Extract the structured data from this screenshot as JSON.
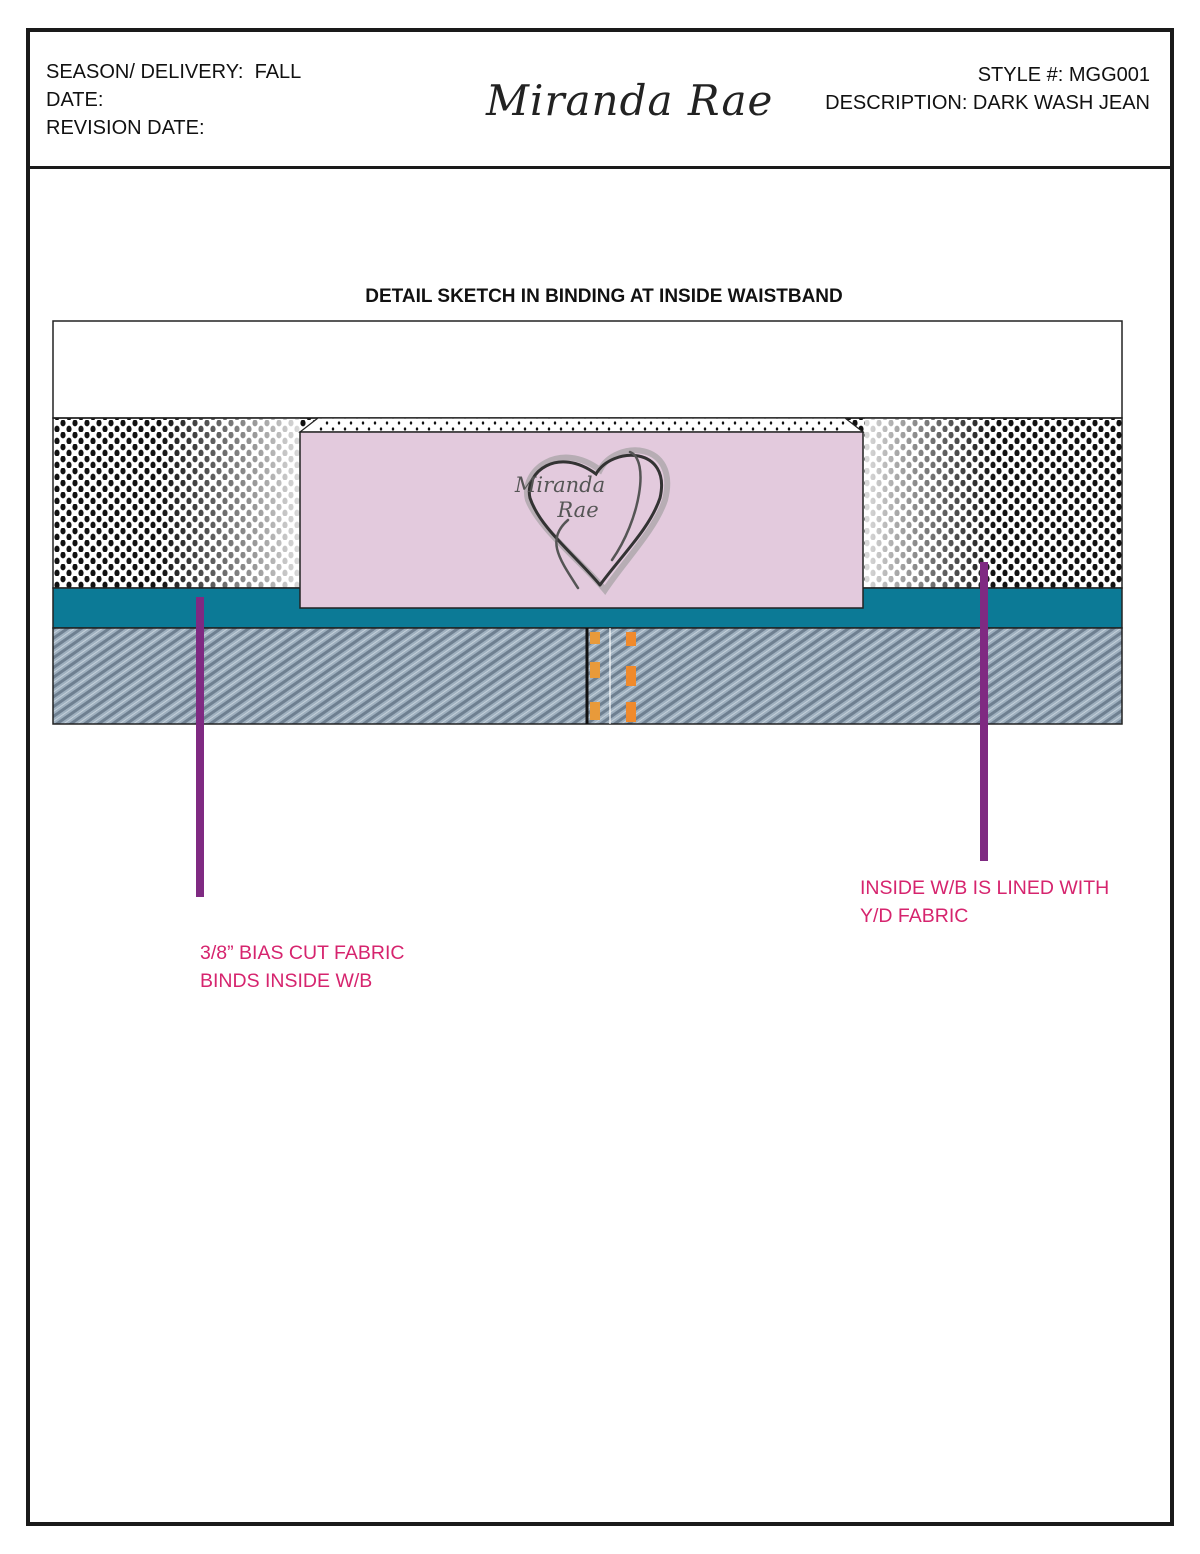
{
  "header": {
    "season_line": "SEASON/ DELIVERY:  FALL",
    "date_line": "DATE:",
    "revision_line": "REVISION DATE:",
    "brand": "Miranda Rae",
    "style_line": "STYLE #: MGG001",
    "description_line": "DESCRIPTION: DARK WASH JEAN"
  },
  "sketch": {
    "title": "DETAIL SKETCH IN BINDING AT INSIDE WAISTBAND",
    "label_brand_line1": "Miranda",
    "label_brand_line2": "Rae"
  },
  "callouts": {
    "left": {
      "line1": "3/8” BIAS CUT FABRIC",
      "line2": "BINDS INSIDE W/B"
    },
    "right": {
      "line1": "INSIDE W/B IS LINED WITH",
      "line2": "Y/D FABRIC"
    }
  },
  "colors": {
    "binding": "#0c7a96",
    "label": "#e3cadd",
    "leader": "#7f2a82",
    "callout_text": "#d6246e",
    "denim": "#8a9aaa",
    "stitch_orange": "#f08a2c"
  }
}
